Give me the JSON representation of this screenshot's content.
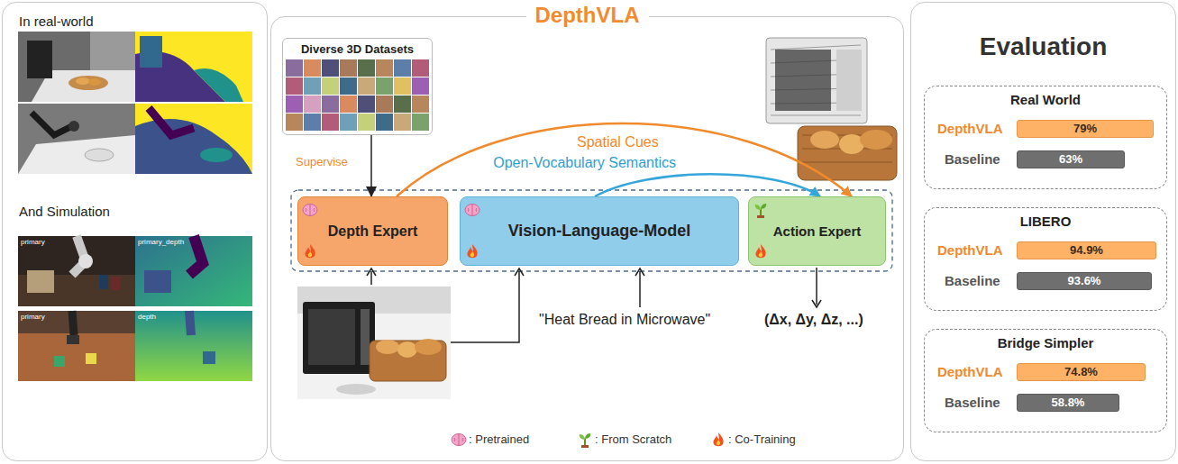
{
  "diagram": {
    "nodes": [
      {
        "text": [
          "In real-world",
          "And Simulation"
        ]
      },
      {
        "text": [
          "DepthVLA"
        ]
      },
      {
        "text": [
          "Diverse 3D Datasets"
        ],
        "in": 1
      },
      {
        "text": [
          "Depth Expert"
        ],
        "in": 1
      },
      {
        "text": [
          "Vision-Language-Model"
        ],
        "in": 1
      },
      {
        "text": [
          "Action Expert"
        ],
        "in": 1
      },
      {
        "text": [
          "Evaluation"
        ]
      },
      {
        "text": [
          "Real World"
        ],
        "in": 6
      },
      {
        "text": [
          "79%"
        ],
        "in": 7
      },
      {
        "text": [
          "63%"
        ],
        "in": 7
      },
      {
        "text": [
          "LIBERO"
        ],
        "in": 6
      },
      {
        "text": [
          "94.9%"
        ],
        "in": 10
      },
      {
        "text": [
          "93.6%"
        ],
        "in": 10
      },
      {
        "text": [
          "Bridge Simpler"
        ],
        "in": 6
      },
      {
        "text": [
          "74.8%"
        ],
        "in": 13
      },
      {
        "text": [
          "58.8%"
        ],
        "in": 13
      }
    ],
    "edges": [
      {
        "from": 2,
        "to": 3,
        "arrow": "to",
        "label": "Supervise"
      },
      {
        "from": 3,
        "to": 5,
        "arrow": "to",
        "label": "Spatial Cues"
      },
      {
        "from": 4,
        "to": 5,
        "arrow": "to",
        "label": "Open-Vocabulary Semantics"
      }
    ],
    "labels": [
      "primary",
      "primary_depth",
      "primary",
      "depth",
      "\"Heat Bread in Microwave\"",
      "(Δx, Δy, Δz, ...)",
      "DepthVLA",
      "Baseline",
      "DepthVLA",
      "Baseline",
      "DepthVLA",
      "Baseline"
    ],
    "legend": [
      {
        "text": ": Pretrained"
      },
      {
        "text": ": From Scratch"
      },
      {
        "text": ": Co-Training"
      }
    ]
  }
}
